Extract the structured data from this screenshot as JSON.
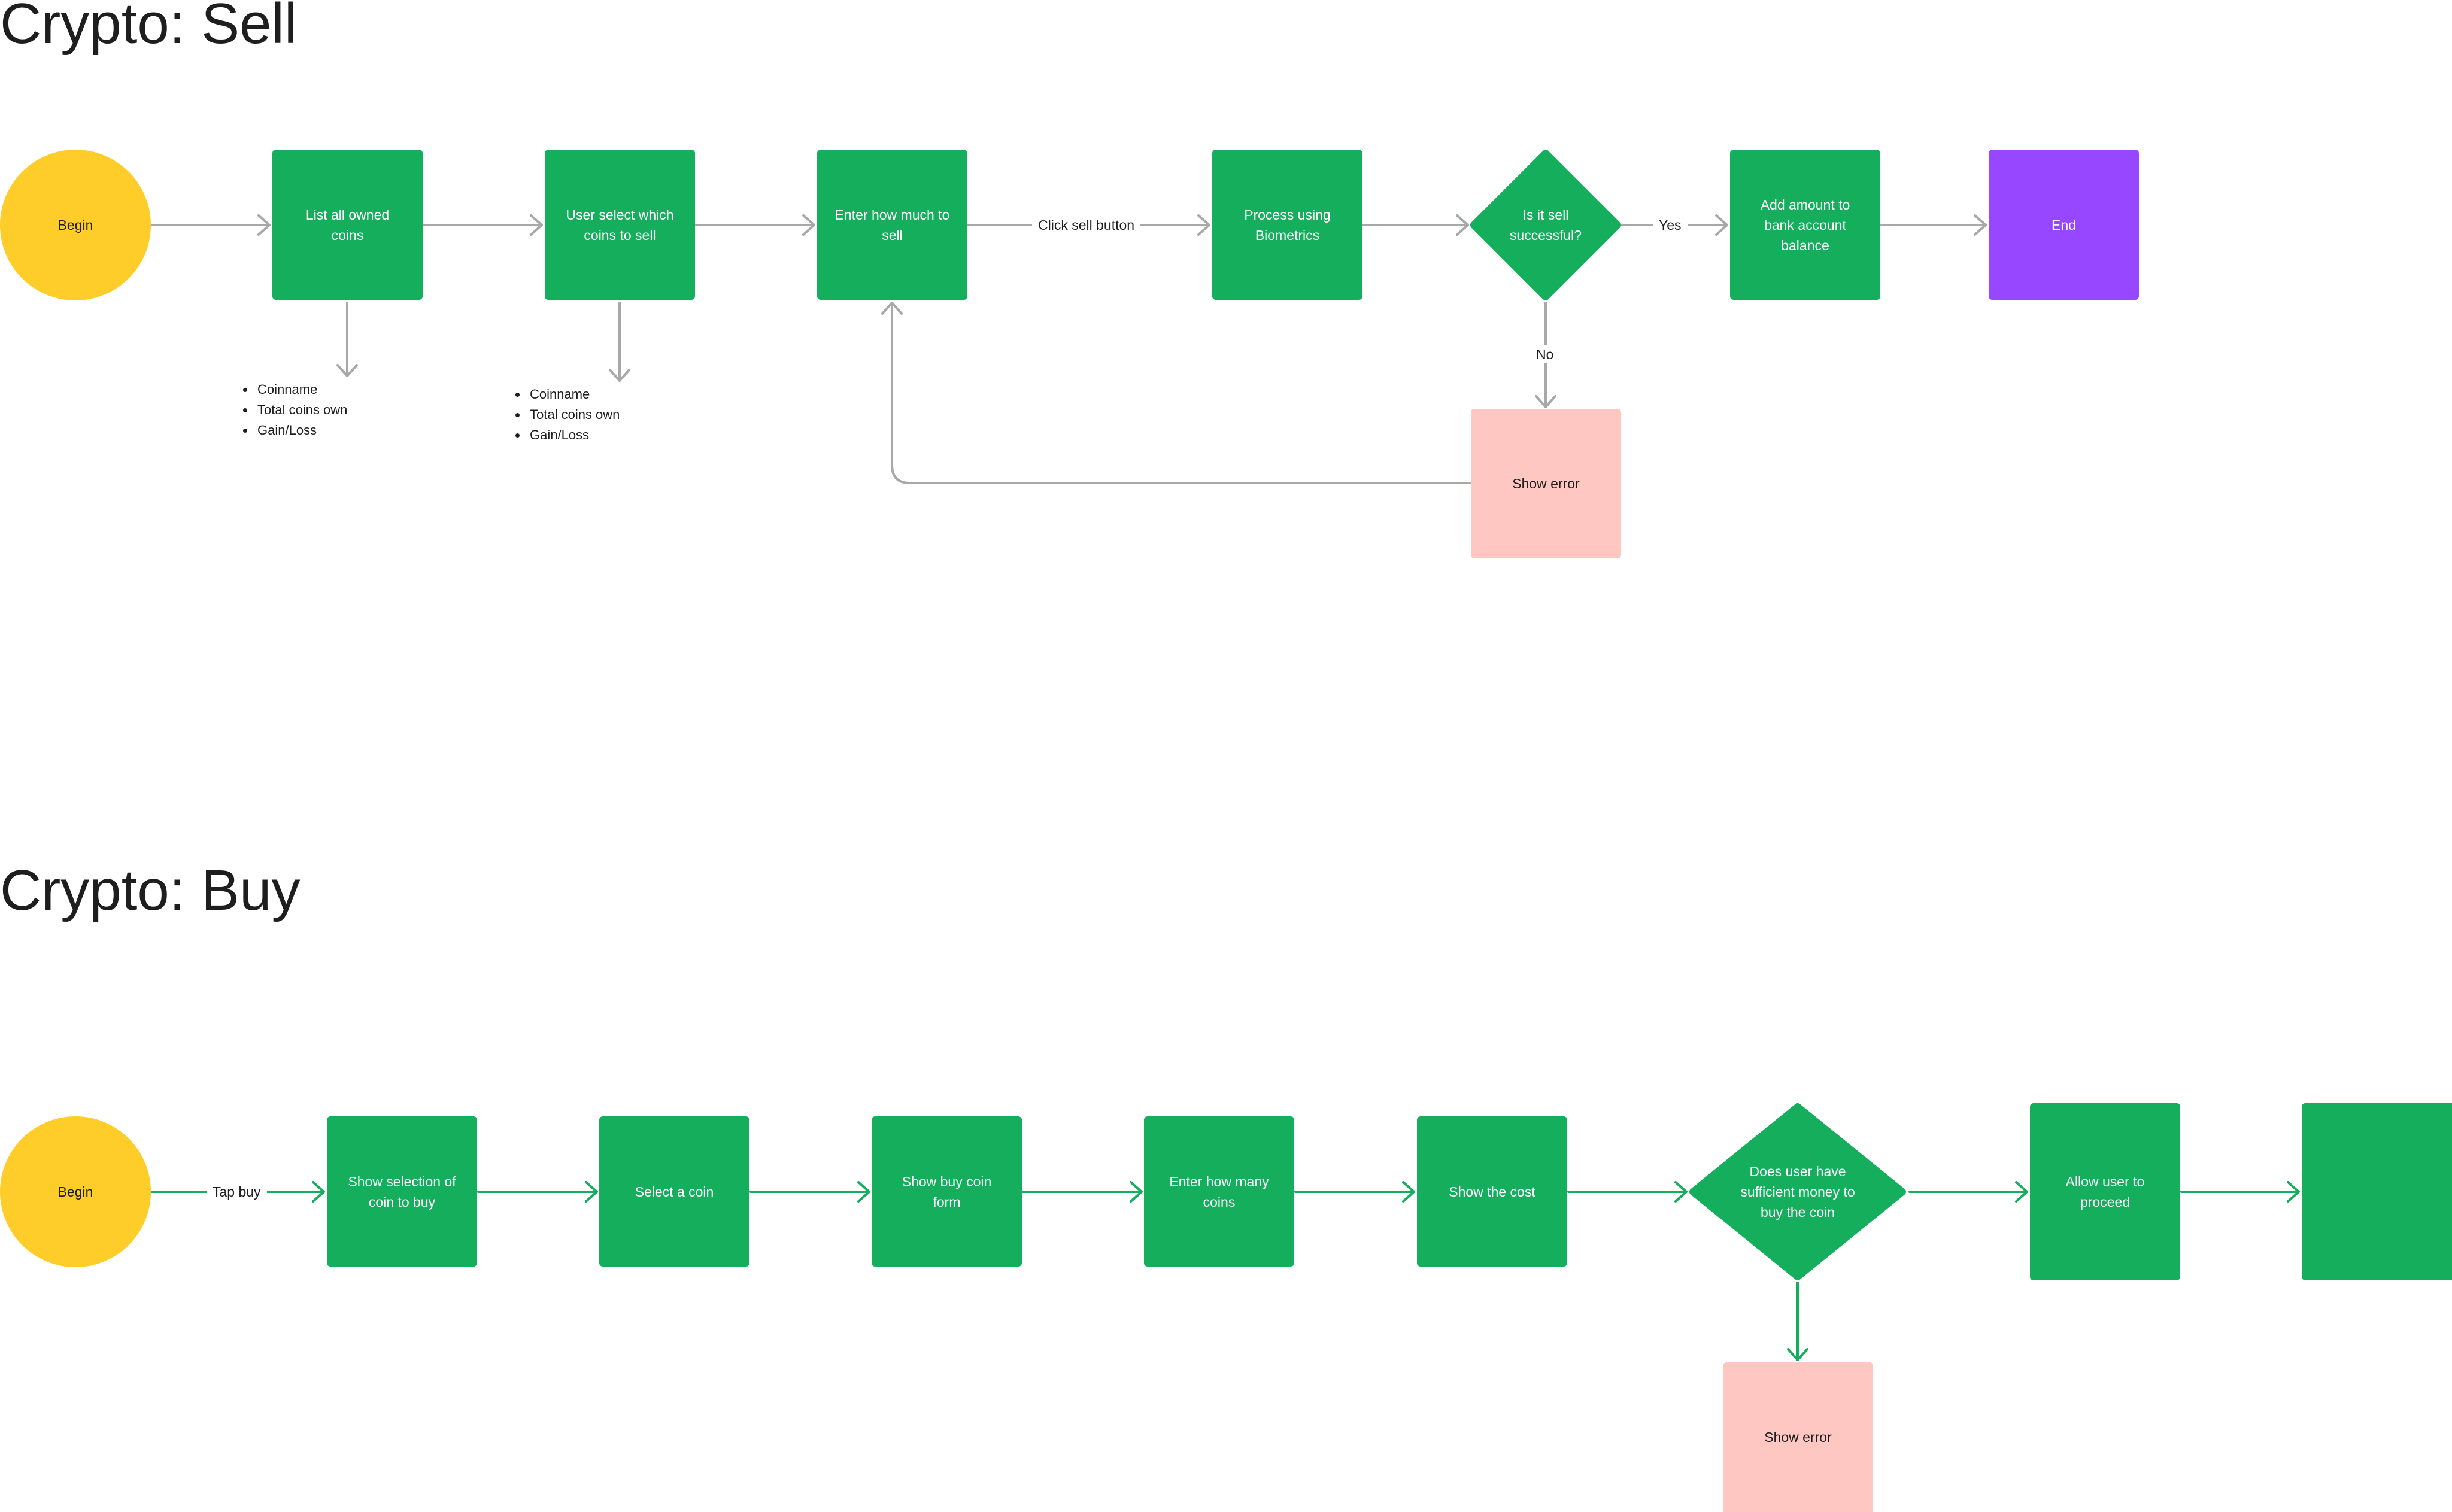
{
  "sell": {
    "title": "Crypto: Sell",
    "begin": "Begin",
    "list_owned": "List all owned coins",
    "user_select": "User select which coins to sell",
    "enter_amount": "Enter how much to sell",
    "click_sell_label": "Click sell button",
    "biometrics": "Process using Biometrics",
    "decision": "Is it sell successful?",
    "yes_label": "Yes",
    "no_label": "No",
    "add_amount": "Add amount to bank account balance",
    "end": "End",
    "show_error": "Show error",
    "list_details": [
      "Coinname",
      "Total coins own",
      "Gain/Loss"
    ],
    "select_details": [
      "Coinname",
      "Total coins own",
      "Gain/Loss"
    ]
  },
  "buy": {
    "title": "Crypto: Buy",
    "begin": "Begin",
    "tap_buy_label": "Tap buy",
    "show_selection": "Show selection of coin to buy",
    "select_coin": "Select a coin",
    "show_form": "Show buy coin form",
    "enter_many": "Enter how many coins",
    "show_cost": "Show the cost",
    "decision": "Does user have sufficient money to buy the coin",
    "allow": "Allow user to proceed",
    "show_error": "Show error"
  },
  "colors": {
    "process": "#14ae5c",
    "start": "#ffcd29",
    "end": "#9747ff",
    "error": "#ffc7c2",
    "sell_connector": "#a8a8a8",
    "buy_connector": "#14ae5c"
  }
}
